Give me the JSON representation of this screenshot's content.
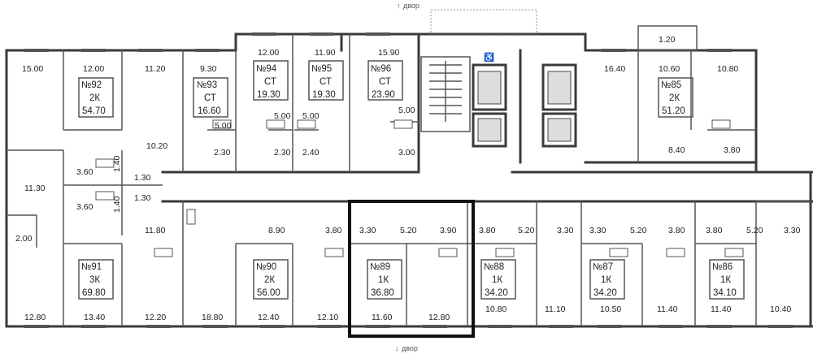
{
  "labels": {
    "top_entrance": "двор",
    "bottom_entrance": "двор"
  },
  "apartments": [
    {
      "id": "92",
      "number": "№92",
      "type": "2К",
      "area": "54.70"
    },
    {
      "id": "93",
      "number": "№93",
      "type": "СТ",
      "area": "16.60"
    },
    {
      "id": "94",
      "number": "№94",
      "type": "СТ",
      "area": "19.30"
    },
    {
      "id": "95",
      "number": "№95",
      "type": "СТ",
      "area": "19.30"
    },
    {
      "id": "96",
      "number": "№96",
      "type": "СТ",
      "area": "23.90"
    },
    {
      "id": "85",
      "number": "№85",
      "type": "2К",
      "area": "51.20"
    },
    {
      "id": "91",
      "number": "№91",
      "type": "3К",
      "area": "69.80"
    },
    {
      "id": "90",
      "number": "№90",
      "type": "2К",
      "area": "56.00"
    },
    {
      "id": "89",
      "number": "№89",
      "type": "1К",
      "area": "36.80"
    },
    {
      "id": "88",
      "number": "№88",
      "type": "1К",
      "area": "34.20"
    },
    {
      "id": "87",
      "number": "№87",
      "type": "1К",
      "area": "34.20"
    },
    {
      "id": "86",
      "number": "№86",
      "type": "1К",
      "area": "34.10"
    }
  ],
  "room_areas": [
    "15.00",
    "12.00",
    "11.20",
    "9.30",
    "12.00",
    "11.90",
    "15.90",
    "1.20",
    "16.40",
    "10.60",
    "10.80",
    "5.00",
    "5.00",
    "5.00",
    "5.00",
    "10.20",
    "2.30",
    "2.30",
    "2.40",
    "3.00",
    "8.40",
    "3.80",
    "3.60",
    "1.40",
    "1.30",
    "11.30",
    "1.40",
    "1.30",
    "3.60",
    "2.00",
    "11.80",
    "8.90",
    "3.80",
    "3.30",
    "5.20",
    "3.90",
    "3.80",
    "5.20",
    "3.30",
    "3.30",
    "5.20",
    "3.80",
    "3.80",
    "5.20",
    "3.30",
    "12.80",
    "13.40",
    "12.20",
    "18.80",
    "12.40",
    "12.10",
    "11.60",
    "12.80",
    "10.80",
    "11.10",
    "10.50",
    "11.40",
    "11.40",
    "10.40"
  ],
  "highlighted_apartment": "89"
}
